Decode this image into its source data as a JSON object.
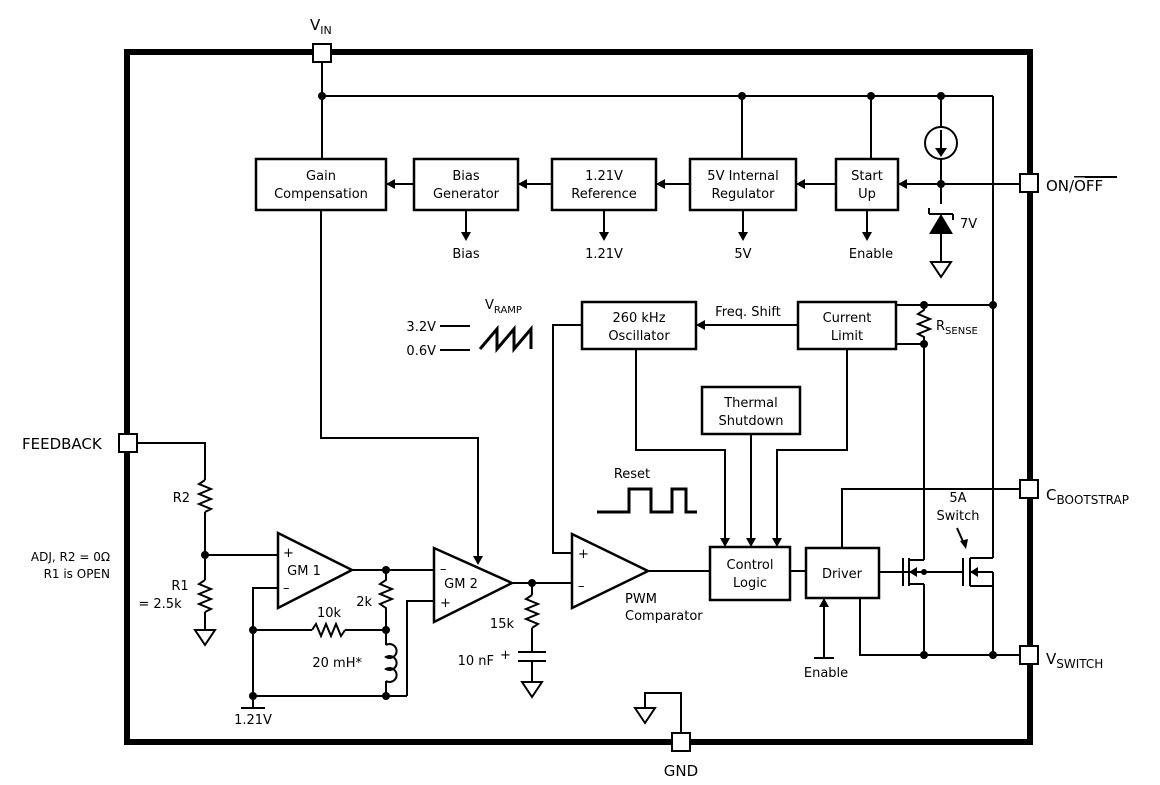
{
  "pins": {
    "vin": {
      "main": "V",
      "sub": "IN"
    },
    "on_off": {
      "on": "ON/",
      "off": "OFF"
    },
    "feedback": "FEEDBACK",
    "cbootstrap": {
      "main": "C",
      "sub": "BOOTSTRAP"
    },
    "vswitch": {
      "main": "V",
      "sub": "SWITCH"
    },
    "gnd": "GND"
  },
  "blocks": {
    "gain_comp": [
      "Gain",
      "Compensation"
    ],
    "bias_gen": [
      "Bias",
      "Generator"
    ],
    "reference": [
      "1.21V",
      "Reference"
    ],
    "regulator": [
      "5V Internal",
      "Regulator"
    ],
    "startup": [
      "Start",
      "Up"
    ],
    "oscillator": [
      "260 kHz",
      "Oscillator"
    ],
    "current_limit": [
      "Current",
      "Limit"
    ],
    "thermal": [
      "Thermal",
      "Shutdown"
    ],
    "control_logic": [
      "Control",
      "Logic"
    ],
    "driver": "Driver"
  },
  "outputs": {
    "bias": "Bias",
    "ref": "1.21V",
    "five_v": "5V",
    "enable_top": "Enable",
    "enable_bottom": "Enable"
  },
  "amps": {
    "gm1": "GM 1",
    "gm2": "GM 2",
    "pwm": [
      "PWM",
      "Comparator"
    ]
  },
  "labels": {
    "zener": "7V",
    "rsense": {
      "main": "R",
      "sub": "SENSE"
    },
    "freq_shift": "Freq. Shift",
    "vramp": {
      "main": "V",
      "sub": "RAMP"
    },
    "ramp_high": "3.2V",
    "ramp_low": "0.6V",
    "reset": "Reset",
    "switch": [
      "5A",
      "Switch"
    ],
    "r2": "R2",
    "r1": [
      "R1",
      "= 2.5k"
    ],
    "adj": [
      "ADJ, R2 = 0Ω",
      "R1 is OPEN"
    ],
    "r2k": "2k",
    "r10k": "10k",
    "inductor": "20 mH*",
    "ref_bottom": "1.21V",
    "r15k": "15k",
    "cap": "10 nF",
    "cap_mark": "+"
  }
}
